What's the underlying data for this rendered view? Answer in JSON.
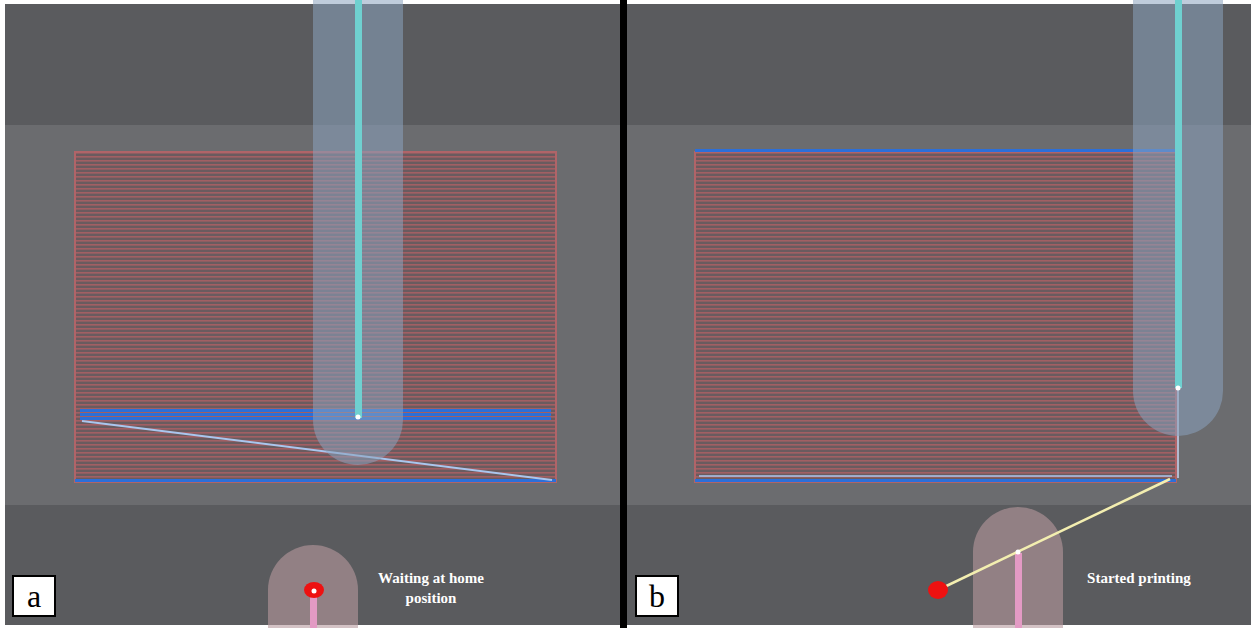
{
  "diagram": {
    "nodes": [
      {
        "text": [
          "a"
        ]
      },
      {
        "text": [
          "b"
        ]
      }
    ],
    "labels": [
      "Waiting at home position",
      "Started printing"
    ]
  }
}
